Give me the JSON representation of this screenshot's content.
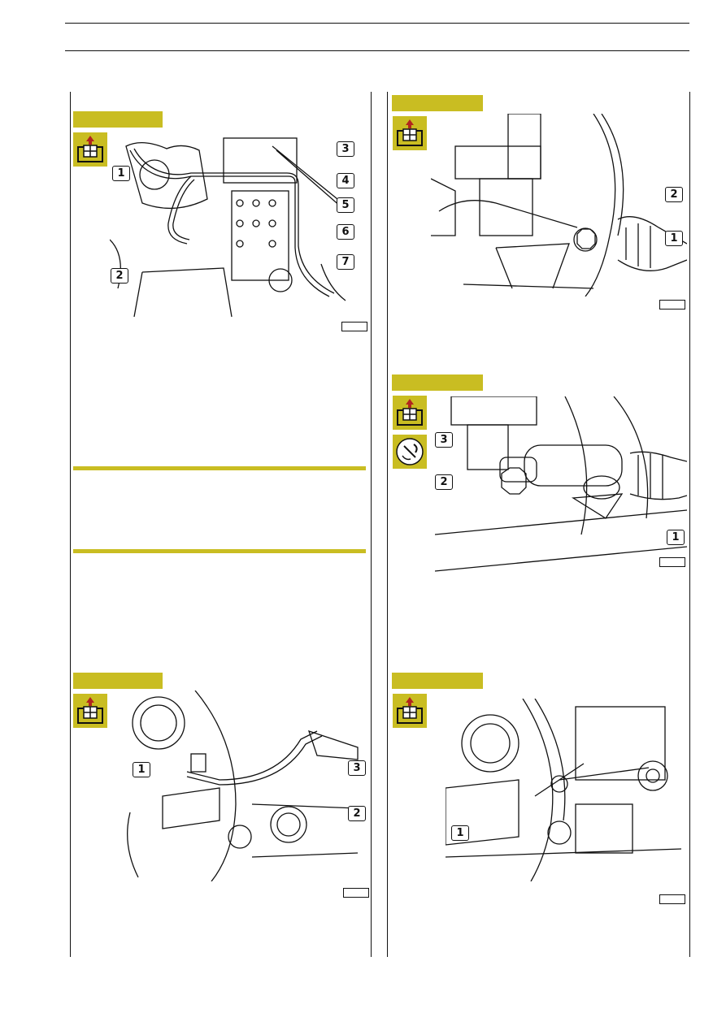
{
  "colors": {
    "accent": "#c9bd22",
    "ink": "#111111",
    "arrow": "#b2261e"
  },
  "figures": [
    {
      "id": "top-left",
      "callouts": [
        "1",
        "2",
        "3",
        "4",
        "5",
        "6",
        "7"
      ]
    },
    {
      "id": "top-right",
      "callouts": [
        "1",
        "2"
      ]
    },
    {
      "id": "mid-right",
      "callouts": [
        "1",
        "2",
        "3"
      ]
    },
    {
      "id": "bottom-left",
      "callouts": [
        "1",
        "2",
        "3"
      ]
    },
    {
      "id": "bottom-right",
      "callouts": [
        "1"
      ]
    }
  ],
  "icons": [
    "remove-component-icon",
    "torque-wrench-icon"
  ]
}
